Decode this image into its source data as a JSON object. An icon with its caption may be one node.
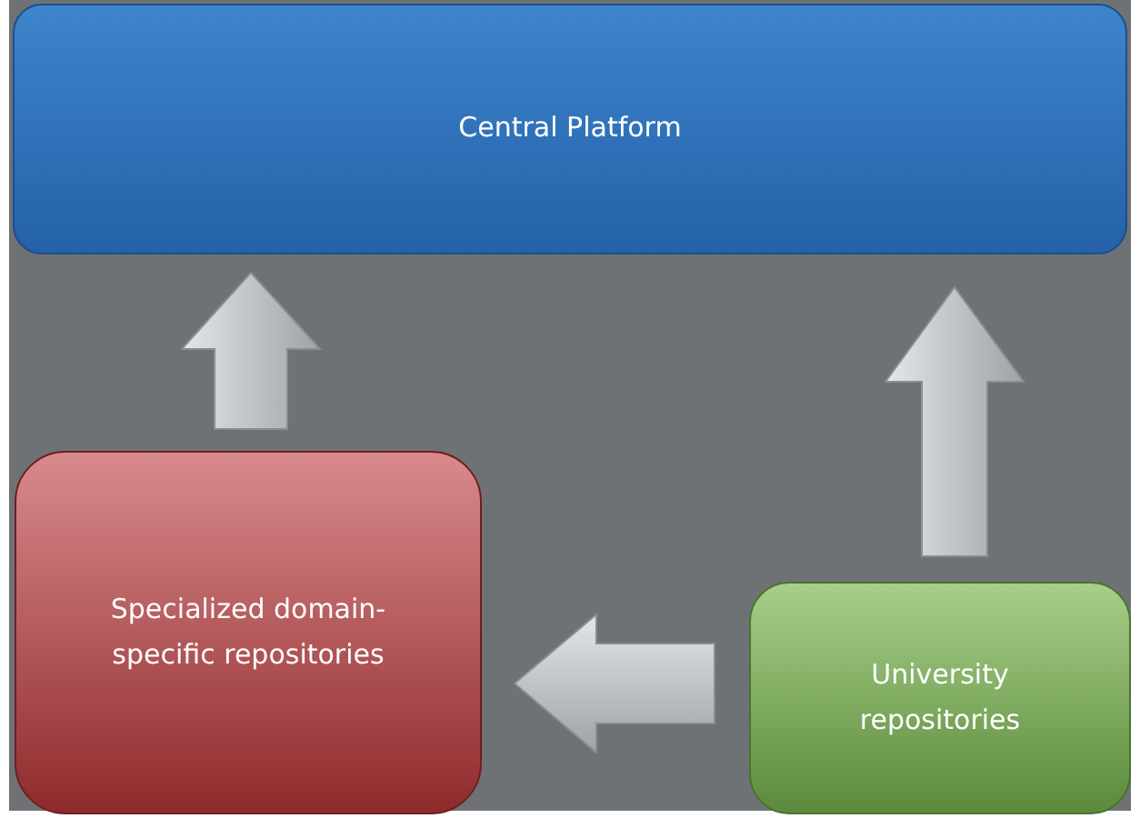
{
  "diagram": {
    "nodes": [
      {
        "text": [
          "Central Platform"
        ]
      },
      {
        "text": [
          "Specialized domain-specific repositories"
        ]
      },
      {
        "text": [
          "University repositories"
        ]
      }
    ],
    "edges": [
      {
        "from": 1,
        "to": 0,
        "arrow": "to"
      },
      {
        "from": 2,
        "to": 0,
        "arrow": "to"
      },
      {
        "from": 2,
        "to": 1,
        "arrow": "to"
      }
    ]
  }
}
